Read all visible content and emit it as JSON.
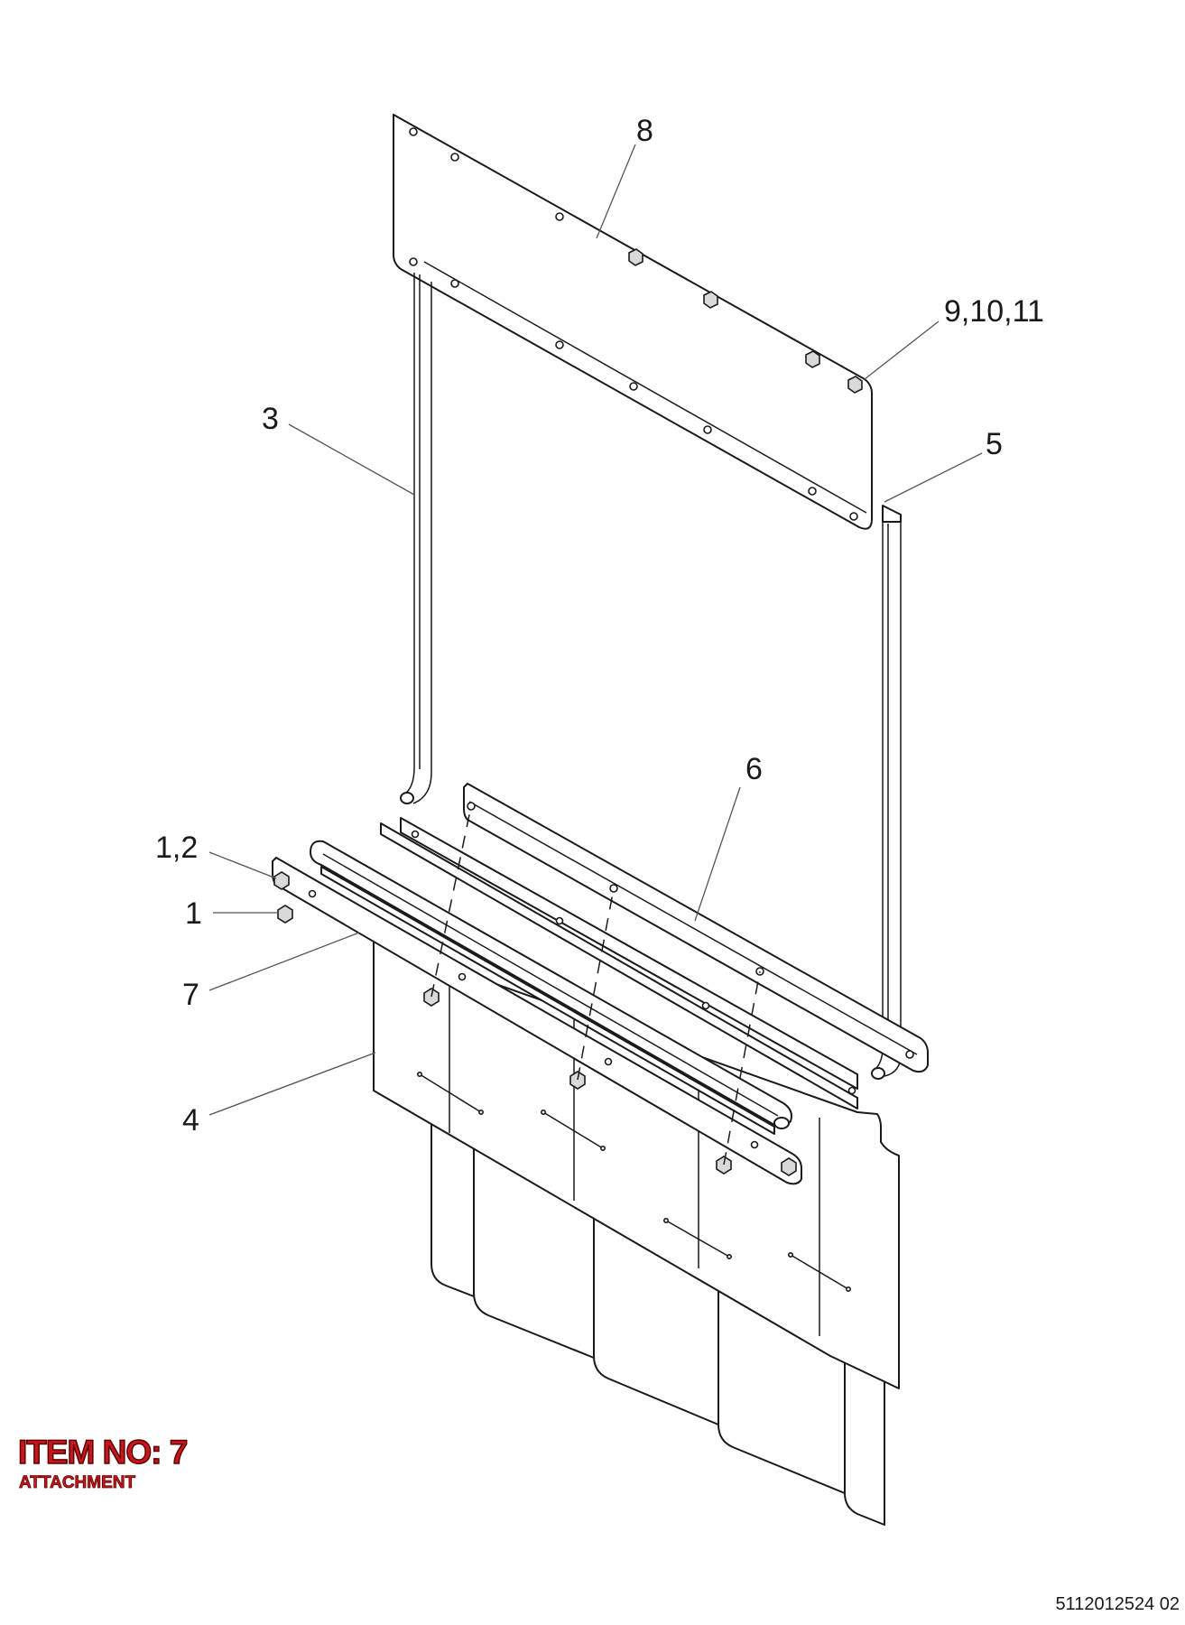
{
  "callouts": {
    "c8": "8",
    "c9_10_11": "9,10,11",
    "c3": "3",
    "c5": "5",
    "c6": "6",
    "c1_2": "1,2",
    "c1": "1",
    "c7": "7",
    "c4": "4"
  },
  "item": {
    "title": "ITEM NO: 7",
    "subtitle": "ATTACHMENT"
  },
  "drawing_number": "5112012524 02",
  "colors": {
    "item_text": "#c8161d",
    "line_art": "#1a1a1a"
  }
}
